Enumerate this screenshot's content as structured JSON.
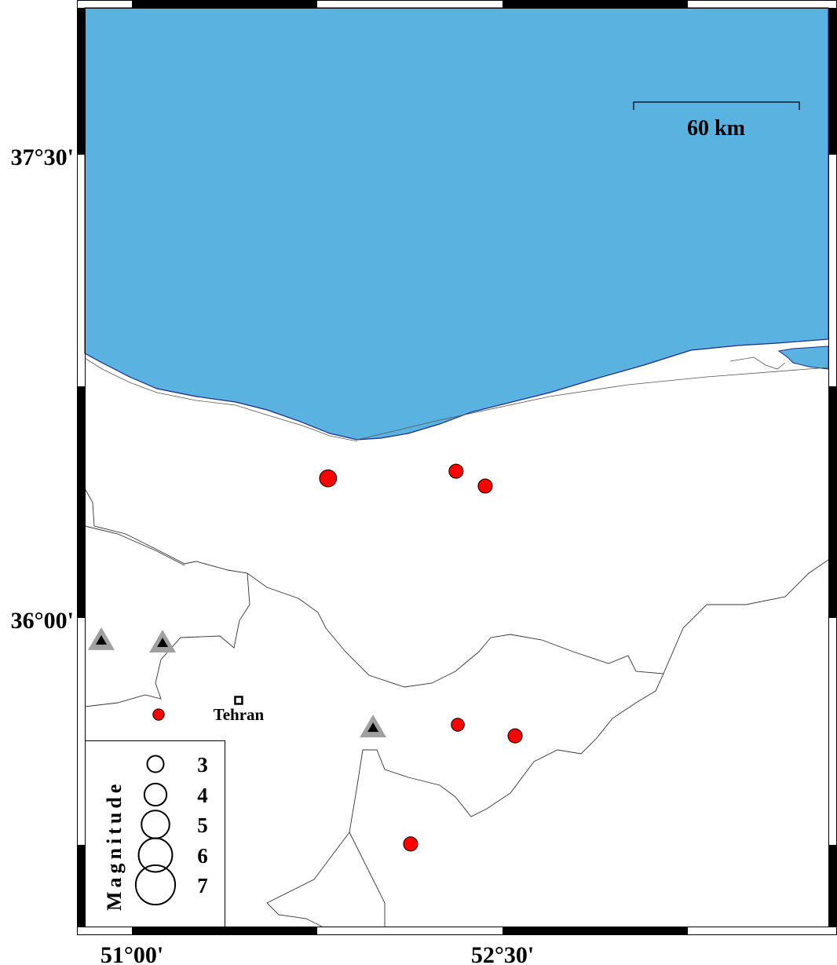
{
  "map": {
    "lon_ticks": [
      {
        "value": 51.0,
        "label": "51°00'"
      },
      {
        "value": 52.5,
        "label": "52°30'"
      }
    ],
    "lat_ticks": [
      {
        "value": 37.5,
        "label": "37°30'"
      },
      {
        "value": 36.0,
        "label": "36°00'"
      }
    ],
    "colors": {
      "sea": "#5ab2e0",
      "land": "#ffffff",
      "event": "#ff0000",
      "station": "#a0a0a0",
      "coast": "#1a2a8a"
    }
  },
  "scale_bar": {
    "label": "60 km"
  },
  "city": {
    "name": "Tehran",
    "lon": 51.432,
    "lat": 35.733
  },
  "events": [
    {
      "lon": 51.794,
      "lat": 36.452,
      "mag": 3.1
    },
    {
      "lon": 52.312,
      "lat": 36.475,
      "mag": 2.6
    },
    {
      "lon": 52.43,
      "lat": 36.427,
      "mag": 2.6
    },
    {
      "lon": 51.108,
      "lat": 35.687,
      "mag": 2.1
    },
    {
      "lon": 52.319,
      "lat": 35.654,
      "mag": 2.4
    },
    {
      "lon": 52.551,
      "lat": 35.618,
      "mag": 2.6
    },
    {
      "lon": 52.128,
      "lat": 35.268,
      "mag": 2.6
    }
  ],
  "stations": [
    {
      "lon": 50.876,
      "lat": 35.929
    },
    {
      "lon": 51.124,
      "lat": 35.921
    },
    {
      "lon": 51.976,
      "lat": 35.646
    }
  ],
  "legend": {
    "title": "Magnitude",
    "entries": [
      {
        "mag": 3,
        "label": "3"
      },
      {
        "mag": 4,
        "label": "4"
      },
      {
        "mag": 5,
        "label": "5"
      },
      {
        "mag": 6,
        "label": "6"
      },
      {
        "mag": 7,
        "label": "7"
      }
    ]
  }
}
